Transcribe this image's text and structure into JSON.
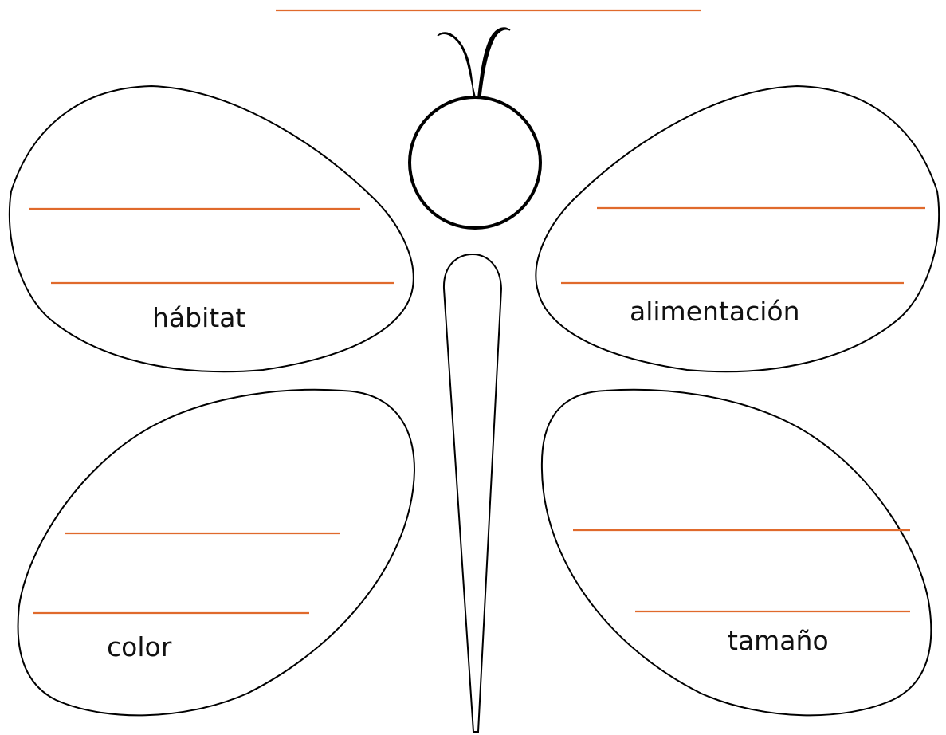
{
  "worksheet": {
    "title_line_color": "#e06a2c",
    "line_color": "#e06a2c",
    "outline_color": "#000000"
  },
  "wings": {
    "top_left": {
      "label": "hábitat"
    },
    "top_right": {
      "label": "alimentación"
    },
    "bottom_left": {
      "label": "color"
    },
    "bottom_right": {
      "label": "tamaño"
    }
  }
}
